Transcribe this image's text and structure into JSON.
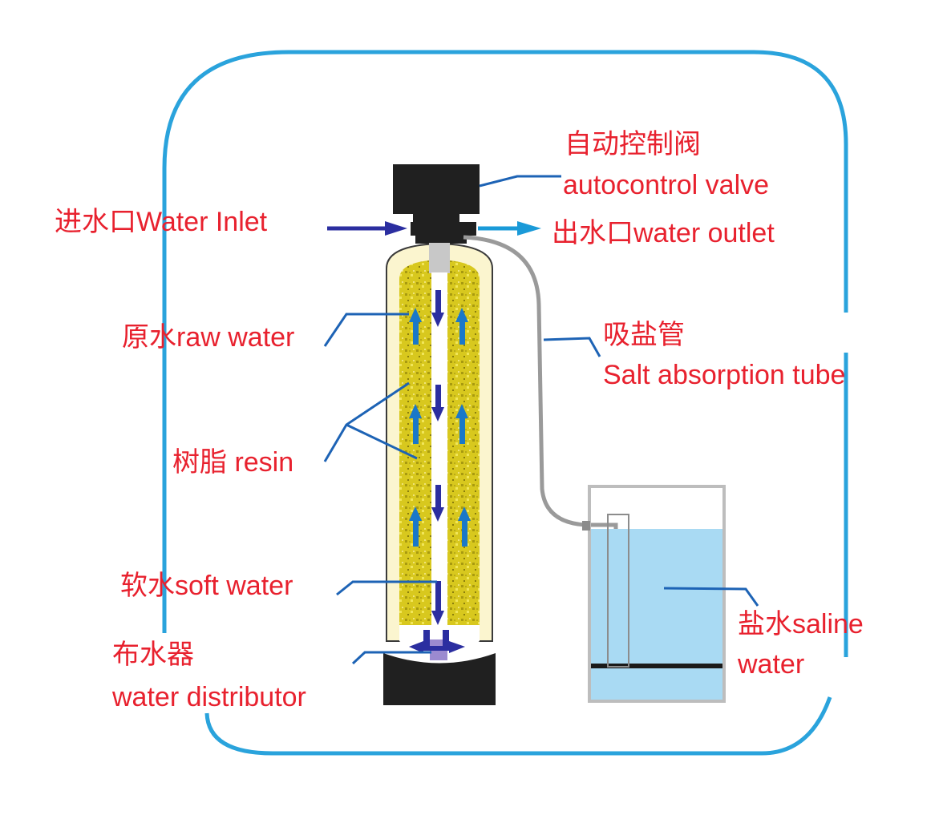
{
  "labels": {
    "autocontrol_valve_cn": "自动控制阀",
    "autocontrol_valve_en": "autocontrol valve",
    "water_inlet": "进水口Water Inlet",
    "water_outlet": "出水口water outlet",
    "raw_water": "原水raw water",
    "salt_tube_cn": "吸盐管",
    "salt_tube_en": "Salt absorption tube",
    "resin": "树脂 resin",
    "soft_water": "软水soft water",
    "saline_water_line1": "盐水saline",
    "saline_water_line2": "water",
    "distributor_cn": "布水器",
    "distributor_en": "water distributor"
  },
  "colors": {
    "label": "#e8212e",
    "frame": "#2aa3dc",
    "leader": "#1d63b5",
    "resin": "#d8c81e",
    "tank_shell": "#fbf5cf",
    "valve": "#202020",
    "down_arrow": "#2b2ea0",
    "up_arrow": "#1a78c8",
    "brine": "#a9daf3",
    "tube": "#9a9a9a"
  }
}
